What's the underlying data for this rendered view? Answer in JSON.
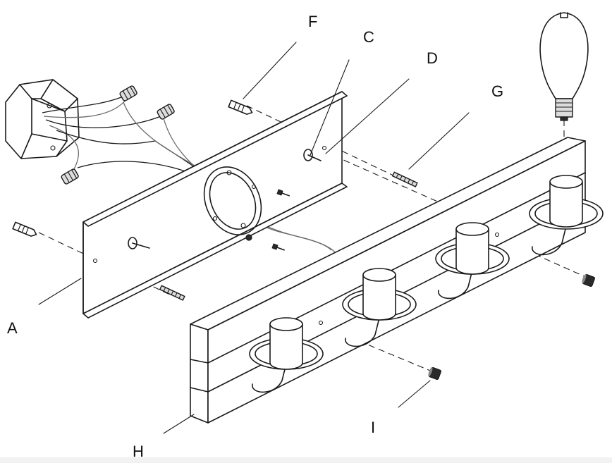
{
  "labels": {
    "a": "A",
    "c": "C",
    "d": "D",
    "f": "F",
    "g": "G",
    "h": "H",
    "i": "I"
  }
}
